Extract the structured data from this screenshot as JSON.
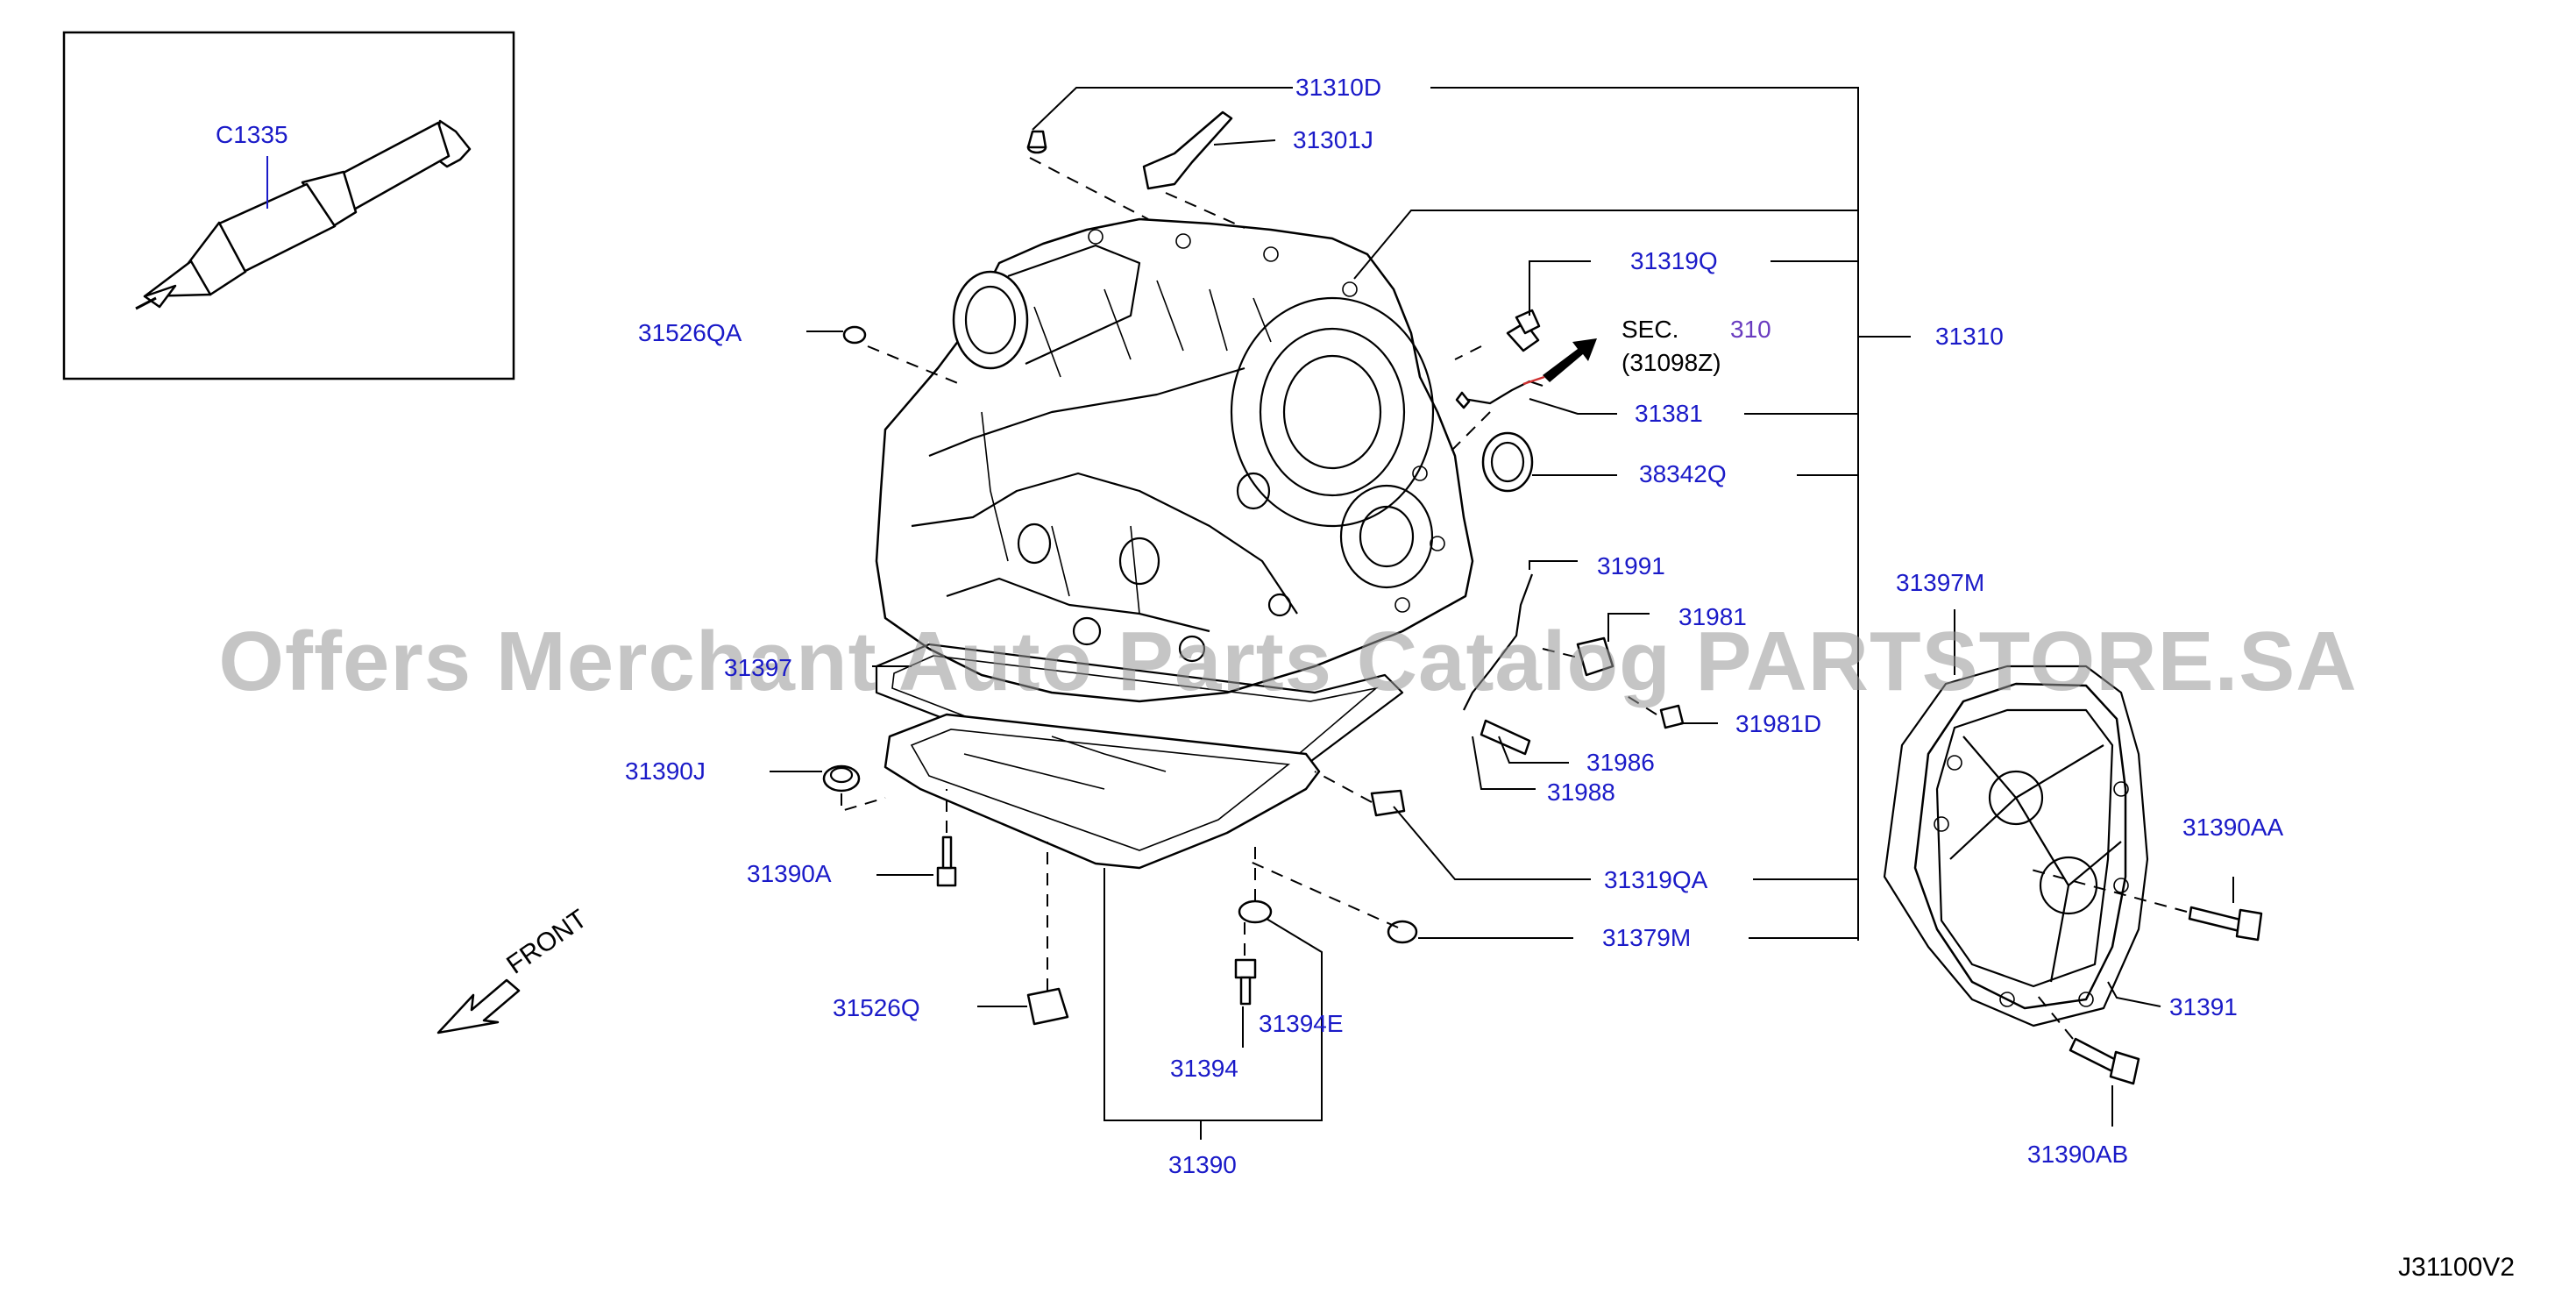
{
  "diagram_code": "J31100V2",
  "watermark": "Offers Merchant Auto Parts Catalog PARTSTORE.SA",
  "front_label": "FRONT",
  "section_ref": {
    "prefix": "SEC.",
    "number": "310",
    "sub": "(31098Z)"
  },
  "inset": {
    "part": "C1335"
  },
  "parts": {
    "p31310D": "31310D",
    "p31301J": "31301J",
    "p31319Q": "31319Q",
    "p31310": "31310",
    "p31526QA": "31526QA",
    "p31381": "31381",
    "p38342Q": "38342Q",
    "p31991": "31991",
    "p31397M": "31397M",
    "p31981": "31981",
    "p31397": "31397",
    "p31981D": "31981D",
    "p31986": "31986",
    "p31390J": "31390J",
    "p31988": "31988",
    "p31390AA": "31390AA",
    "p31390A": "31390A",
    "p31319QA": "31319QA",
    "p31379M": "31379M",
    "p31526Q": "31526Q",
    "p31394E": "31394E",
    "p31391": "31391",
    "p31394": "31394",
    "p31390AB": "31390AB",
    "p31390": "31390"
  },
  "colors": {
    "label": "#1a1ac8",
    "line": "#000000",
    "watermark": "#969696",
    "arrow_tip": "#d03030"
  }
}
